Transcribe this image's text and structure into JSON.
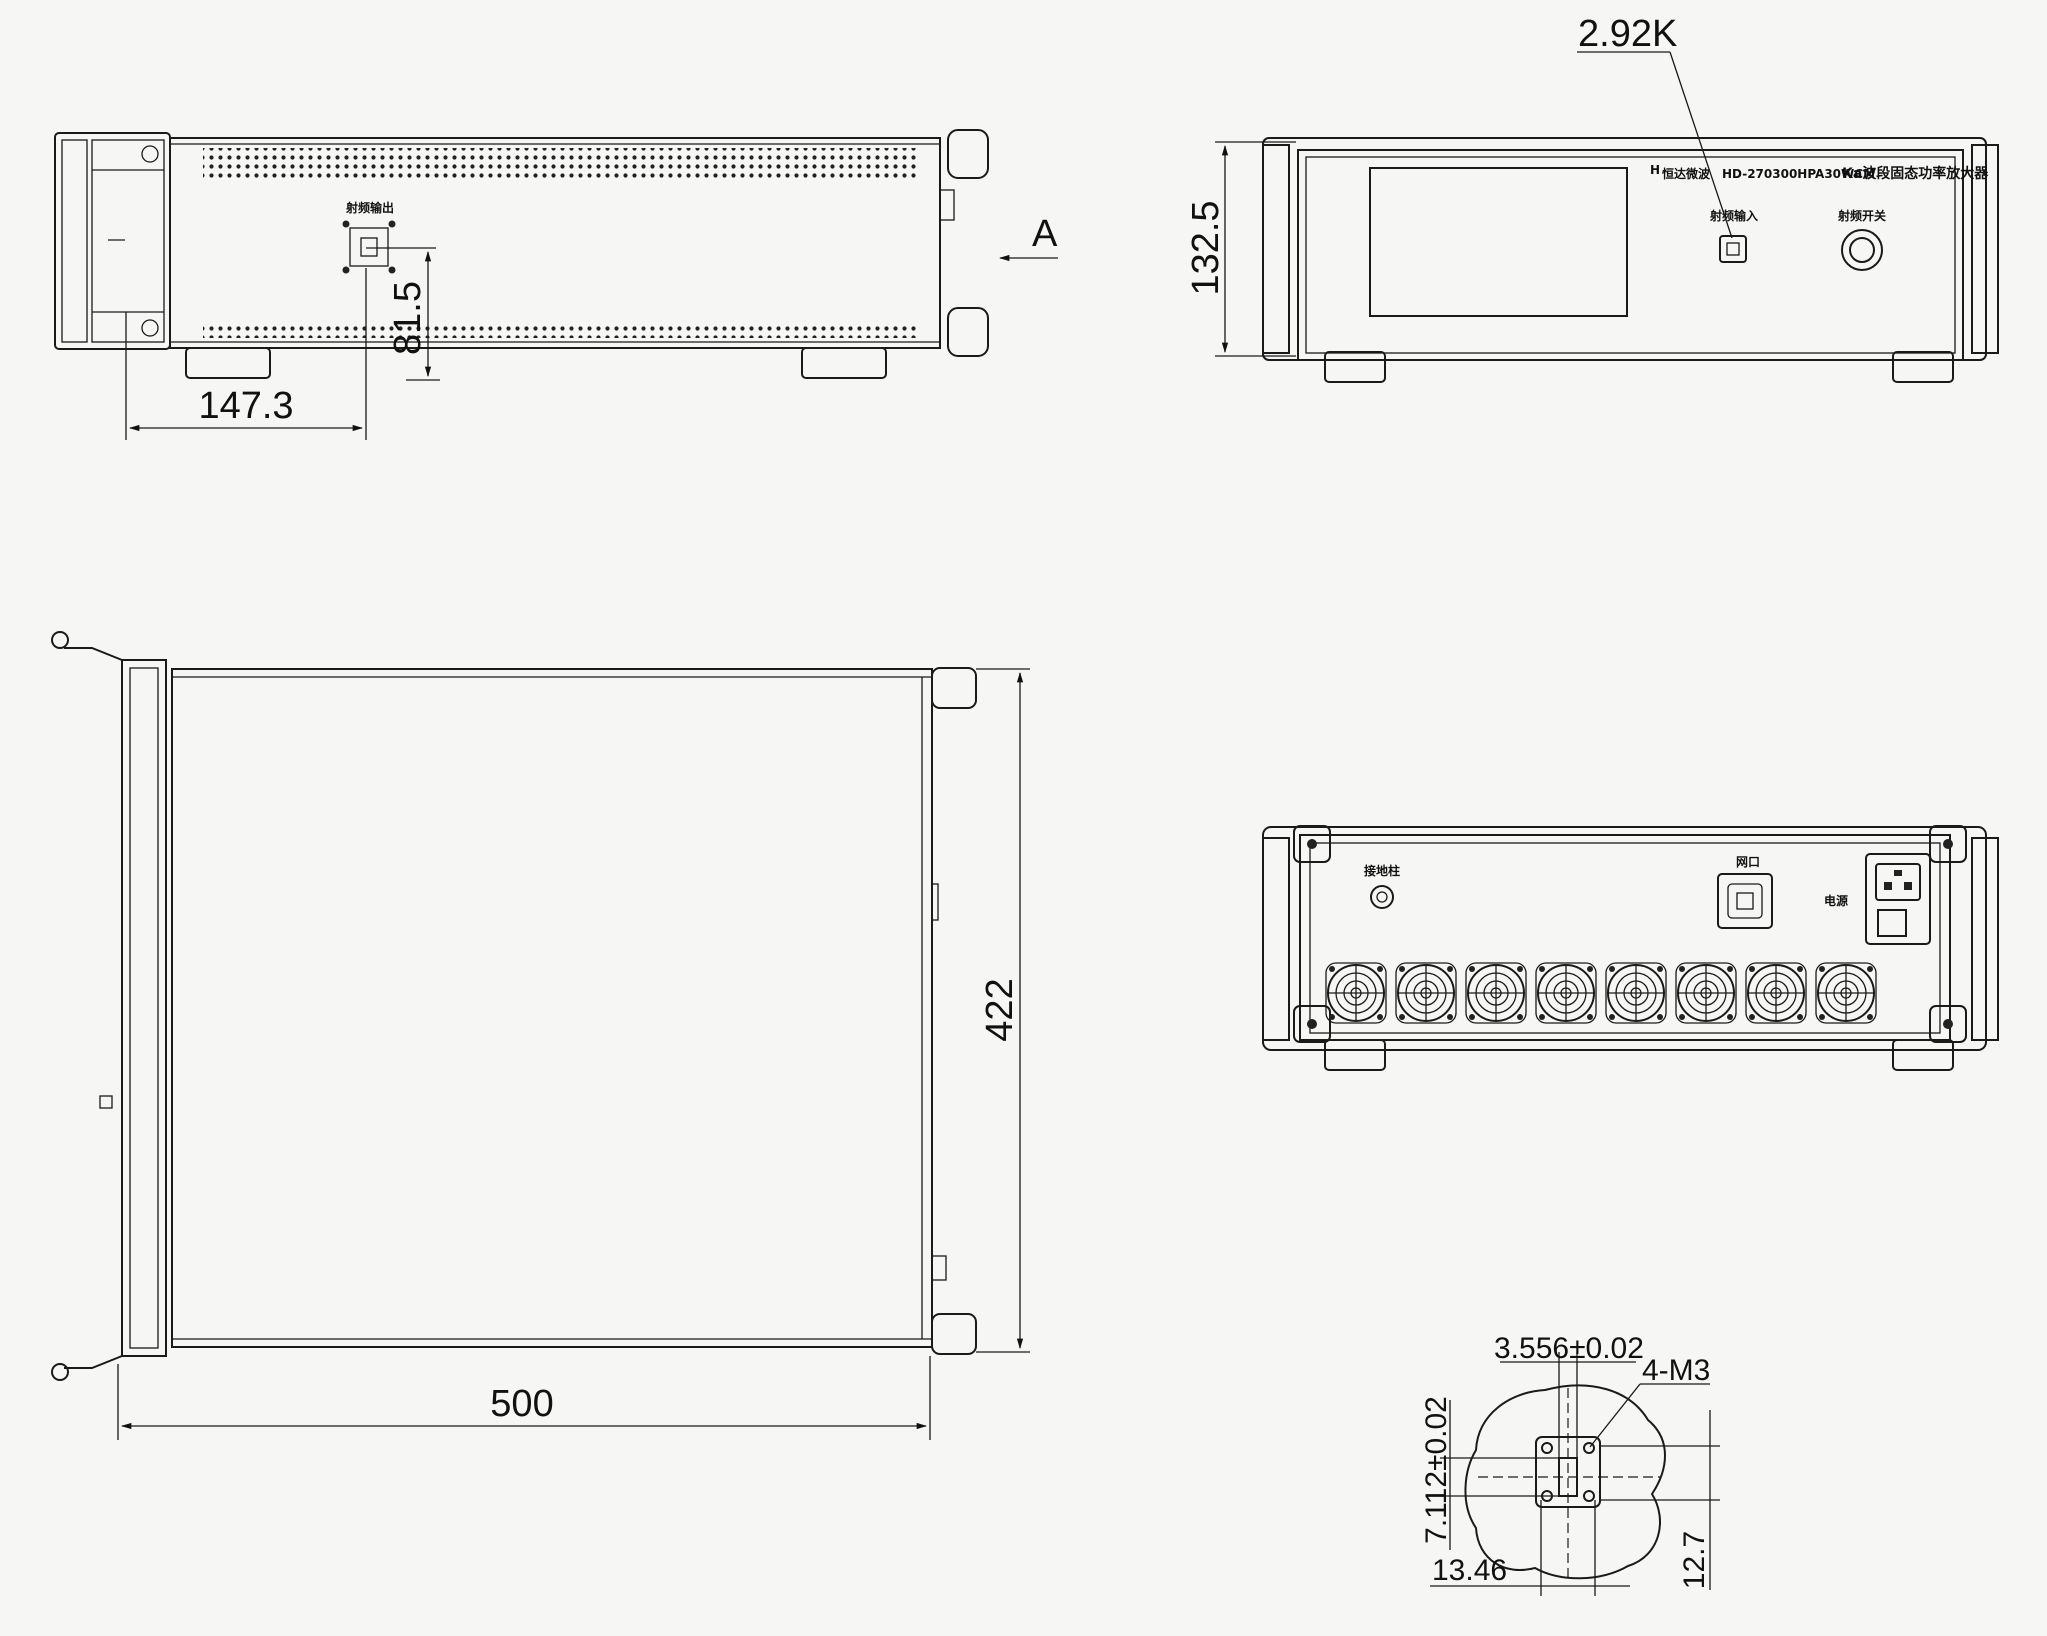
{
  "views": {
    "side": {
      "dim_height": "81.5",
      "dim_width": "147.3",
      "rf_output_label": "射频输出",
      "view_marker": "A"
    },
    "front": {
      "dim_height": "132.5",
      "connector_callout": "2.92K",
      "logo_text": "恒达微波",
      "model": "HD-270300HPA30WCM",
      "product_name": "Ka波段固态功率放大器",
      "rf_input_label": "射频输入",
      "rf_switch_label": "射频开关"
    },
    "top": {
      "dim_depth": "422",
      "dim_length": "500"
    },
    "rear": {
      "ground_label": "接地柱",
      "network_label": "网口",
      "power_label": "电源",
      "fan_count": 8
    },
    "flange": {
      "dim_a": "3.556±0.02",
      "dim_b": "7.112±0.02",
      "dim_c": "13.46",
      "dim_d": "12.7",
      "holes": "4-M3"
    }
  }
}
